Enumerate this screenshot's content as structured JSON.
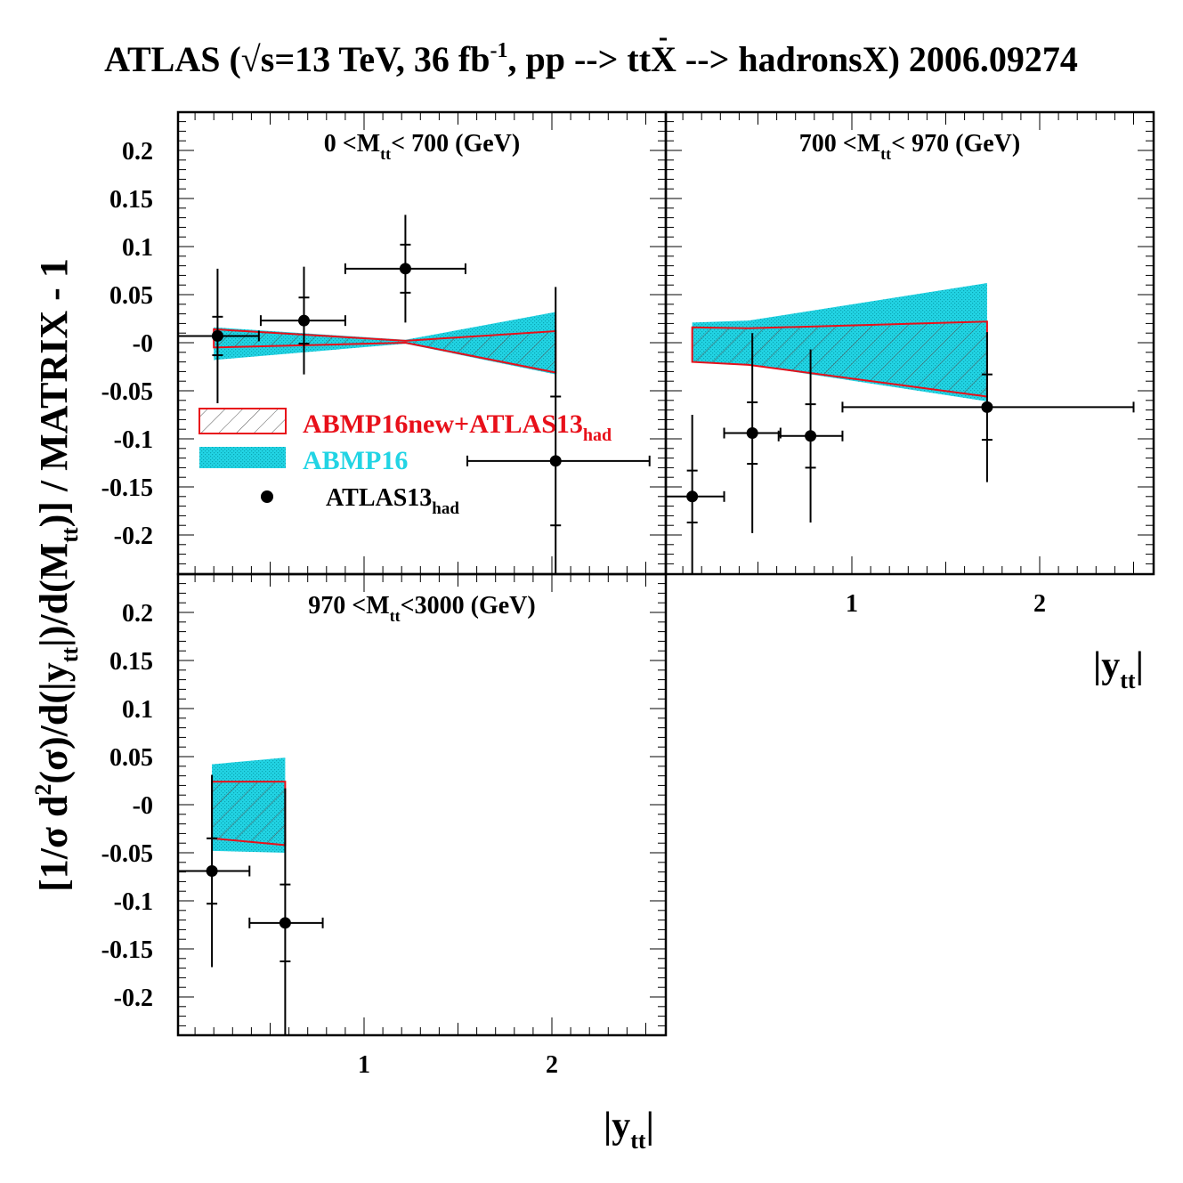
{
  "title": {
    "main": "ATLAS (√s=13 TeV, 36 fb",
    "sup": "-1",
    "rest": ", pp --> t",
    "tbar": "t",
    "end": "X --> hadronsX) 2006.09274"
  },
  "ylabel": "[1/σ d²(σ)/d(|yₜₜ|)/d(Mₜₜ)] / MATRIX - 1",
  "ylabel_parts": {
    "p1": "[1/σ d",
    "sup2": "2",
    "p2": "(σ)/d(|y",
    "sub1": "tt",
    "p3": "|)/d(M",
    "sub2": "tt",
    "p4": ")] / MATRIX - 1"
  },
  "xlabel": {
    "main": "|y",
    "sub": "tt",
    "close": "|"
  },
  "yticks": [
    "0.2",
    "0.15",
    "0.1",
    "0.05",
    "-0",
    "-0.05",
    "-0.1",
    "-0.15",
    "-0.2"
  ],
  "ytick_values": [
    0.2,
    0.15,
    0.1,
    0.05,
    0,
    -0.05,
    -0.1,
    -0.15,
    -0.2
  ],
  "xticks": [
    "1",
    "2"
  ],
  "xtick_values": [
    1,
    2
  ],
  "legend": {
    "fit": "ABMP16new+ATLAS13",
    "fit_sub": "had",
    "abmp": "ABMP16",
    "data": "ATLAS13",
    "data_sub": "had"
  },
  "colors": {
    "fit": "#e8101a",
    "abmp": "#22d4e4",
    "data": "#000000",
    "frame": "#000000"
  },
  "chart_data": [
    {
      "type": "line",
      "panel_label": {
        "lo": "0 <M",
        "sub": "tt",
        "hi": "< 700 (GeV)"
      },
      "xlim": [
        0,
        2.6
      ],
      "ylim": [
        -0.24,
        0.24
      ],
      "band_x": [
        0.2,
        1.22,
        2.02
      ],
      "abmp16": {
        "upper": [
          0.016,
          0.003,
          0.032
        ],
        "lower": [
          -0.018,
          -0.001,
          -0.033
        ]
      },
      "fit": {
        "upper": [
          0.014,
          0.002,
          0.012
        ],
        "lower": [
          -0.005,
          0.0,
          -0.031
        ]
      },
      "data": [
        {
          "x": 0.22,
          "xerr": [
            0.22,
            0.22
          ],
          "y": 0.007,
          "err_inner": 0.02,
          "err_outer": 0.07
        },
        {
          "x": 0.68,
          "xerr": [
            0.23,
            0.22
          ],
          "y": 0.023,
          "err_inner": 0.024,
          "err_outer": 0.056
        },
        {
          "x": 1.22,
          "xerr": [
            0.32,
            0.32
          ],
          "y": 0.077,
          "err_inner": 0.025,
          "err_outer": 0.056
        },
        {
          "x": 2.02,
          "xerr": [
            0.47,
            0.5
          ],
          "y": -0.123,
          "err_inner": 0.067,
          "err_outer": 0.181
        }
      ]
    },
    {
      "type": "line",
      "panel_label": {
        "lo": "700 <M",
        "sub": "tt",
        "hi": "< 970 (GeV)"
      },
      "xlim": [
        0,
        2.6
      ],
      "ylim": [
        -0.24,
        0.24
      ],
      "band_x": [
        0.15,
        0.45,
        1.72
      ],
      "abmp16": {
        "upper": [
          0.021,
          0.023,
          0.062
        ],
        "lower": [
          -0.02,
          -0.023,
          -0.061
        ]
      },
      "fit": {
        "upper": [
          0.016,
          0.015,
          0.022
        ],
        "lower": [
          -0.02,
          -0.023,
          -0.056
        ]
      },
      "data": [
        {
          "x": 0.15,
          "xerr": [
            0.15,
            0.17
          ],
          "y": -0.16,
          "err_inner": 0.027,
          "err_outer": 0.085
        },
        {
          "x": 0.47,
          "xerr": [
            0.15,
            0.15
          ],
          "y": -0.094,
          "err_inner": 0.032,
          "err_outer": 0.104
        },
        {
          "x": 0.78,
          "xerr": [
            0.17,
            0.17
          ],
          "y": -0.097,
          "err_inner": 0.033,
          "err_outer": 0.09
        },
        {
          "x": 1.72,
          "xerr": [
            0.77,
            0.78
          ],
          "y": -0.067,
          "err_inner": 0.034,
          "err_outer": 0.078
        }
      ]
    },
    {
      "type": "line",
      "panel_label": {
        "lo": "970 <M",
        "sub": "tt",
        "hi": "<3000 (GeV)"
      },
      "xlim": [
        0,
        2.6
      ],
      "ylim": [
        -0.24,
        0.24
      ],
      "band_x": [
        0.19,
        0.58
      ],
      "abmp16": {
        "upper": [
          0.042,
          0.049
        ],
        "lower": [
          -0.048,
          -0.05
        ]
      },
      "fit": {
        "upper": [
          0.024,
          0.024
        ],
        "lower": [
          -0.035,
          -0.042
        ]
      },
      "data": [
        {
          "x": 0.19,
          "xerr": [
            0.19,
            0.2
          ],
          "y": -0.069,
          "err_inner": 0.034,
          "err_outer": 0.1
        },
        {
          "x": 0.58,
          "xerr": [
            0.19,
            0.2
          ],
          "y": -0.123,
          "err_inner": 0.04,
          "err_outer": 0.14
        }
      ]
    }
  ]
}
